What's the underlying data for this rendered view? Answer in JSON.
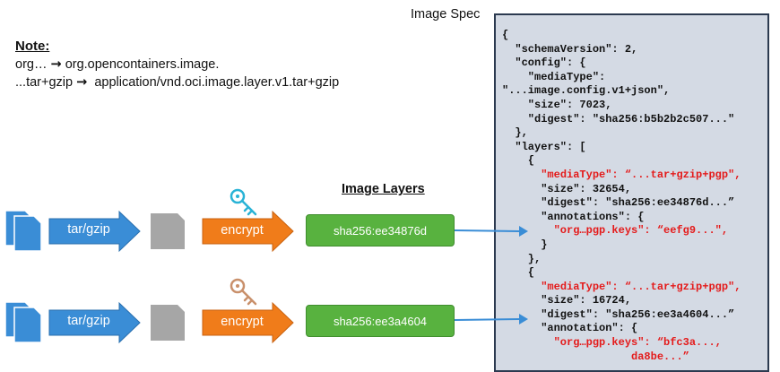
{
  "note": {
    "title": "Note:",
    "line1_from": "org…",
    "line1_to": "org.opencontainers.image.",
    "line2_from": "...tar+gzip",
    "line2_to": "application/vnd.oci.image.layer.v1.tar+gzip",
    "arrow_glyph": "→"
  },
  "spec": {
    "title": "Image Spec",
    "lines": [
      [
        {
          "t": "{"
        }
      ],
      [
        {
          "t": "  \"schemaVersion\": 2,"
        }
      ],
      [
        {
          "t": "  \"config\": {"
        }
      ],
      [
        {
          "t": "    \"mediaType\":"
        }
      ],
      [
        {
          "t": "\"...image.config.v1+json\","
        }
      ],
      [
        {
          "t": "    \"size\": 7023,"
        }
      ],
      [
        {
          "t": "    \"digest\": \"sha256:b5b2b2c507...\""
        }
      ],
      [
        {
          "t": "  },"
        }
      ],
      [
        {
          "t": "  \"layers\": ["
        }
      ],
      [
        {
          "t": "    {"
        }
      ],
      [
        {
          "t": "      "
        },
        {
          "t": "\"mediaType\": “...tar+gzip+pgp\",",
          "red": true
        }
      ],
      [
        {
          "t": "      \"size\": 32654,"
        }
      ],
      [
        {
          "t": "      \"digest\": \"sha256:ee34876d...”"
        }
      ],
      [
        {
          "t": "      \"annotations\": {"
        }
      ],
      [
        {
          "t": "        "
        },
        {
          "t": "\"org…pgp.keys\": “eefg9...\",",
          "red": true
        }
      ],
      [
        {
          "t": "      }"
        }
      ],
      [
        {
          "t": "    },"
        }
      ],
      [
        {
          "t": "    {"
        }
      ],
      [
        {
          "t": "      "
        },
        {
          "t": "\"mediaType\": “...tar+gzip+pgp\",",
          "red": true
        }
      ],
      [
        {
          "t": "      \"size\": 16724,"
        }
      ],
      [
        {
          "t": "      \"digest\": \"sha256:ee3a4604...”"
        }
      ],
      [
        {
          "t": "      \"annotation\": {"
        }
      ],
      [
        {
          "t": "        "
        },
        {
          "t": "\"org…pgp.keys\": “bfc3a...,",
          "red": true
        }
      ],
      [
        {
          "t": "                    "
        },
        {
          "t": "da8be...”",
          "red": true
        }
      ]
    ]
  },
  "layers_title": "Image Layers",
  "rows": [
    {
      "tar_label": "tar/gzip",
      "encrypt_label": "encrypt",
      "digest": "sha256:ee34876d",
      "key_icon": "key-icon-cyan"
    },
    {
      "tar_label": "tar/gzip",
      "encrypt_label": "encrypt",
      "digest": "sha256:ee3a4604",
      "key_icon": "key-icon-brown"
    }
  ],
  "colors": {
    "blue": "#3a8dd6",
    "blue_dark": "#2a6fae",
    "orange": "#f07c1a",
    "green": "#58b23f",
    "gray": "#a6a6a6",
    "key_cyan": "#29b3d6",
    "key_brown": "#c9906b",
    "spec_bg": "#d4dae4",
    "code_red": "#e41a1a"
  }
}
